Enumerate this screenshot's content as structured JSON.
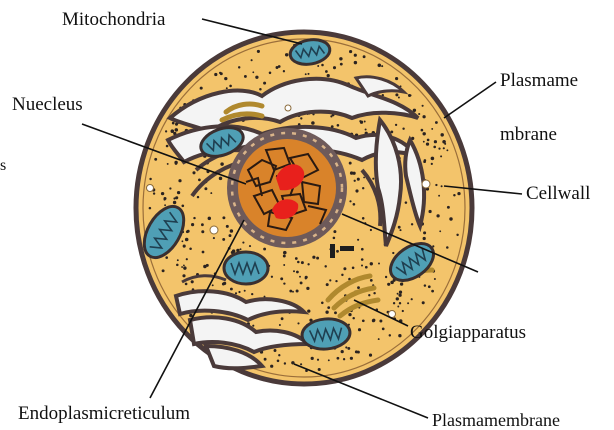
{
  "labels": {
    "mitochondria": "Mitochondria",
    "nucleus": "Nuecleus",
    "plasma_membrane_line1": "Plasmame",
    "plasma_membrane_line2": "mbrane",
    "cell_wall": "Cellwall",
    "golgi_apparatus": "Golgiapparatus",
    "endoplasmic_reticulum": "Endoplasmicreticulum",
    "plasma_membrane_bottom": "Plasmamembrane",
    "cropped_fragment": "s"
  },
  "colors": {
    "cytoplasm": "#f3c46b",
    "cell_outline": "#4a3a3a",
    "nucleus_envelope": "#6e5a5a",
    "nucleus_inner": "#d9832a",
    "nucleolus": "#e8201c",
    "mitochondria_fill": "#4f9fb5",
    "mitochondria_outline": "#3a2f2f",
    "er_outline": "#4a3a3a",
    "er_fill": "#f4f4f4",
    "golgi": "#b0892e",
    "dots": "#2b2320"
  }
}
